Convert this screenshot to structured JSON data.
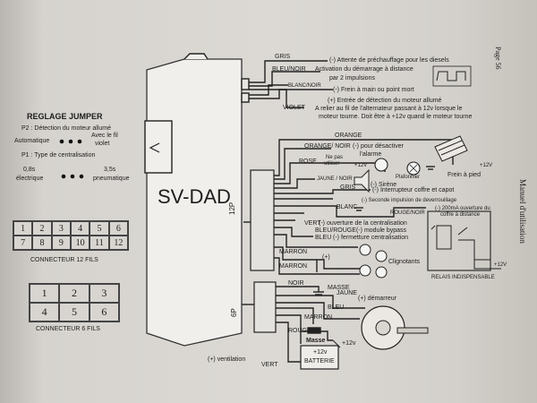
{
  "page": {
    "number": "Page 56",
    "manual": "Manuel d'utilisation"
  },
  "module": {
    "name": "SV-DAD",
    "connector_12p": "12P",
    "connector_6p": "6P"
  },
  "jumper": {
    "title": "REGLAGE JUMPER",
    "p2_label": "P2 : Détection du moteur allumé",
    "automatique": "Automatique",
    "avec_fil": "Avec le fil",
    "violet": "violet",
    "p1_label": "P1 : Type de centralisation",
    "t08": "0,8s",
    "electrique": "électrique",
    "t35": "3,5s",
    "pneumatique": "pneumatique"
  },
  "connecteur12": {
    "numbers": [
      "1",
      "2",
      "3",
      "4",
      "5",
      "6",
      "7",
      "8",
      "9",
      "10",
      "11",
      "12"
    ],
    "label": "CONNECTEUR 12 FILS"
  },
  "connecteur6": {
    "numbers": [
      "1",
      "2",
      "3",
      "4",
      "5",
      "6"
    ],
    "label": "CONNECTEUR 6 FILS"
  },
  "top": {
    "gris": "GRIS",
    "gris_desc": "(-) Attente de préchauffage pour les diesels",
    "bleu_noir": "BLEU/NOIR",
    "bleu_noir_desc": "Activation du démarrage à distance",
    "impulsions": "par 2 impulsions",
    "blanc_noir": "BLANC/NOIR",
    "frein_main": "(-) Frein à main ou point mort",
    "moteur_line1": "(+) Entrée de détection du moteur allumé",
    "violet": "VIOLET",
    "moteur_line2": "A relier au fil de l'alternateur passant à 12v lorsque le",
    "moteur_line3": "moteur tourne. Doit être à +12v quand le moteur tourne"
  },
  "w12": {
    "orange": "ORANGE",
    "orange_noir": "ORANGE/ NOIR",
    "orange_noir_desc": "(-) pour désactiver",
    "alarme": "l'alarme",
    "rose": "ROSE",
    "ne_pas": "Ne pas",
    "utiliser": "utiliser",
    "plus12_a": "+12V",
    "plafonnier": "Plafonnier",
    "frein_pied": "Frein à pied",
    "plus12_b": "+12V",
    "jaune_noir": "JAUNE / NOIR",
    "jaune_noir_desc": "(-) Sirène",
    "gris": "GRIS",
    "gris_desc": "(-) Interrupteur coffre et capot",
    "second_imp": "(-) Seconde impulsion de deverrouillage",
    "blanc": "BLANC",
    "rouge_noir": "ROUGE/NOIR",
    "coffre1": "(-) 200mA ouverture du",
    "coffre2": "coffre à distance",
    "vert": "VERT",
    "vert_desc": "(-) ouverture de la centralisation",
    "bleu_rouge": "BLEU/ROUGE",
    "bleu_rouge_desc": "(-) module bypass",
    "bleu": "BLEU",
    "bleu_desc": "(-) fermetture centralisation",
    "marron": "MARRON",
    "plus": "(+)",
    "clignotants": "Clignotants",
    "marron2": "MARRON",
    "relais": "RELAIS INDISPENSABLE",
    "plus12_relay": "+12V"
  },
  "w6": {
    "noir": "NOIR",
    "masse": "MASSE",
    "jaune": "JAUNE",
    "demarreur": "(+) démarreur",
    "bleu": "BLEU",
    "marron": "MARRON",
    "rouge": "ROUGE",
    "masse2": "Masse",
    "plus12v": "+12v",
    "batt_plus": "+12v",
    "batterie": "BATTERIE",
    "ventilation": "(+) ventilation",
    "vert": "VERT"
  }
}
